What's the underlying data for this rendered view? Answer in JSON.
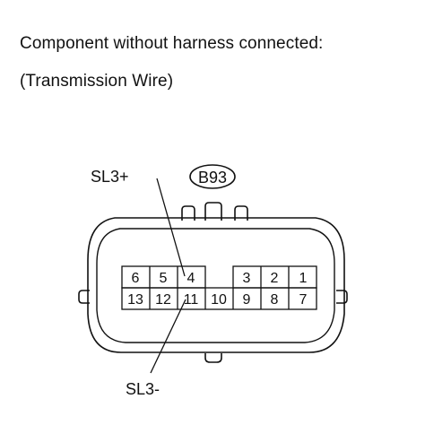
{
  "caption": {
    "line1": "Component without harness connected:",
    "line2": "(Transmission Wire)"
  },
  "connector": {
    "code": "B93",
    "pins_top_row": [
      "6",
      "5",
      "4",
      "",
      "3",
      "2",
      "1"
    ],
    "pins_bottom_row": [
      "13",
      "12",
      "11",
      "10",
      "9",
      "8",
      "7"
    ]
  },
  "callouts": {
    "top": "SL3+",
    "bottom": "SL3-"
  }
}
